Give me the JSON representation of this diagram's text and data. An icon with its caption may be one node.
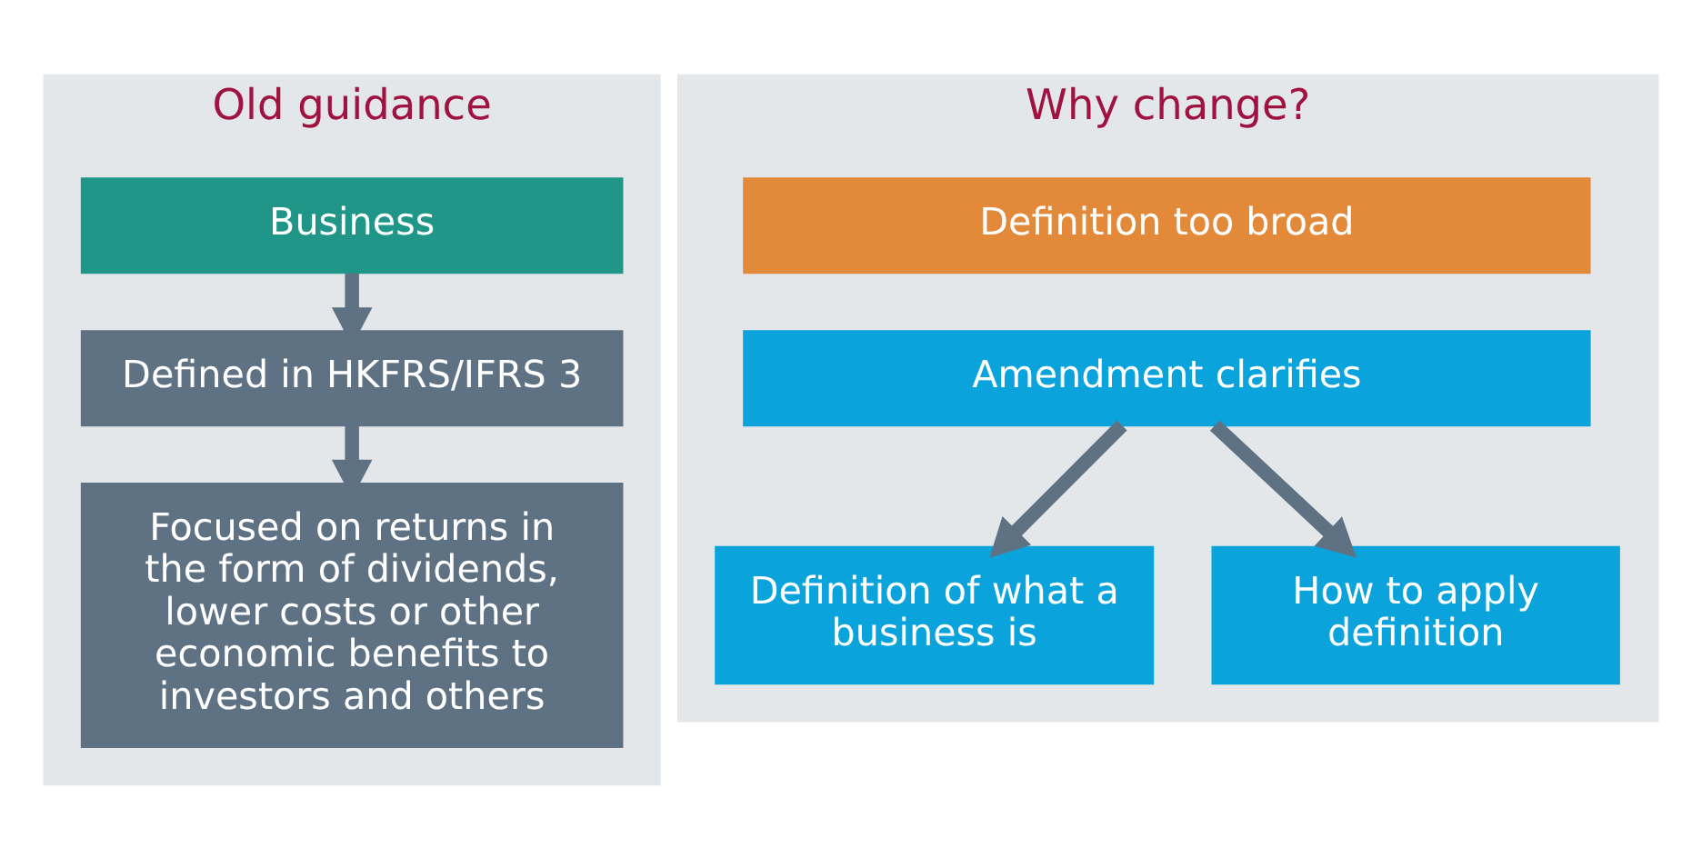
{
  "diagram": {
    "nodes": [
      {
        "text": [
          "Old guidance"
        ]
      },
      {
        "text": [
          "Business"
        ],
        "in": 0
      },
      {
        "text": [
          "Defined in HKFRS/IFRS 3"
        ],
        "in": 0
      },
      {
        "text": [
          "Focused on returns in the form of dividends, lower costs or other economic benefits to investors and others"
        ],
        "in": 0
      },
      {
        "text": [
          "Why change?"
        ]
      },
      {
        "text": [
          "Definition too broad"
        ],
        "in": 4
      },
      {
        "text": [
          "Amendment clarifies"
        ],
        "in": 4
      },
      {
        "text": [
          "Definition of what a business is"
        ],
        "in": 4
      },
      {
        "text": [
          "How to apply definition"
        ],
        "in": 4
      }
    ],
    "edges": [
      {
        "from": 1,
        "to": 2,
        "arrow": "to"
      },
      {
        "from": 2,
        "to": 3,
        "arrow": "to"
      },
      {
        "from": 6,
        "to": 7,
        "arrow": "to"
      },
      {
        "from": 6,
        "to": 8,
        "arrow": "to"
      }
    ]
  }
}
